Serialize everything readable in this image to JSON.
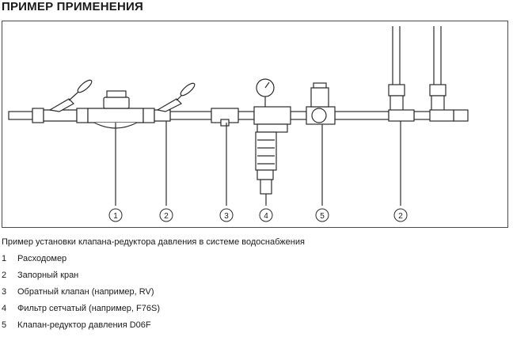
{
  "title": "ПРИМЕР ПРИМЕНЕНИЯ",
  "caption": "Пример установки клапана-редуктора давления в системе водоснабжения",
  "callouts": [
    "1",
    "2",
    "3",
    "4",
    "5",
    "2"
  ],
  "legend": [
    {
      "num": "1",
      "text": "Расходомер"
    },
    {
      "num": "2",
      "text": "Запорный кран"
    },
    {
      "num": "3",
      "text": "Обратный клапан (например, RV)"
    },
    {
      "num": "4",
      "text": "Фильтр сетчатый (например, F76S)"
    },
    {
      "num": "5",
      "text": "Клапан-редуктор давления D06F"
    }
  ]
}
